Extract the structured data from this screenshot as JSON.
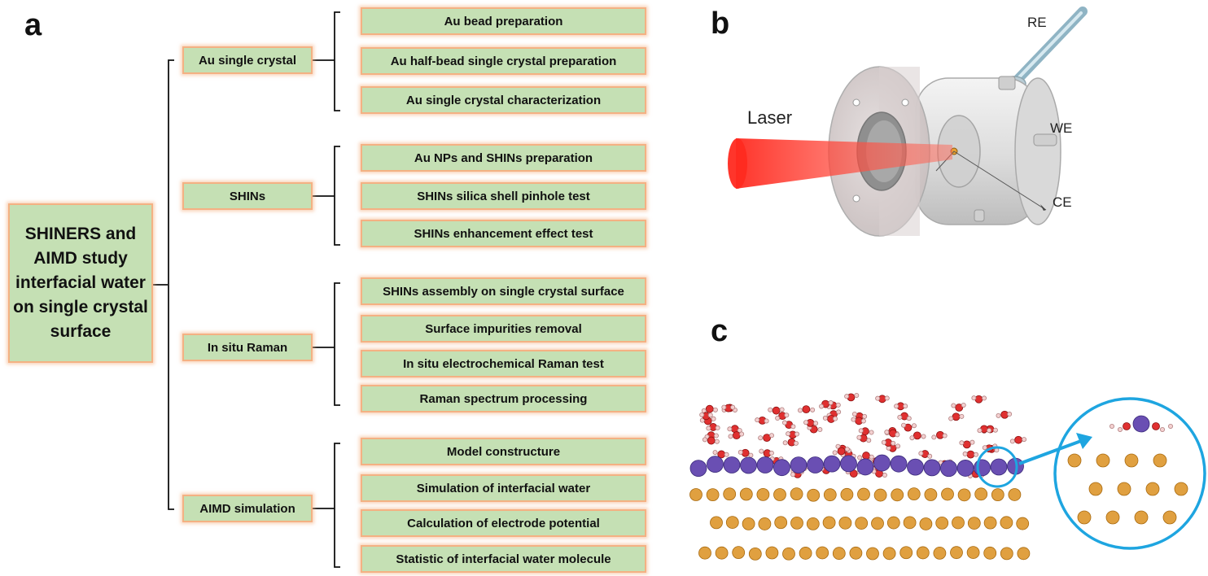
{
  "panels": {
    "a": "a",
    "b": "b",
    "c": "c"
  },
  "root_label": "SHINERS and AIMD study interfacial water on single crystal surface",
  "categories": [
    {
      "label": "Au single crystal",
      "steps": [
        "Au bead preparation",
        "Au half-bead single crystal preparation",
        "Au single crystal characterization"
      ]
    },
    {
      "label": "SHINs",
      "steps": [
        "Au NPs and SHINs preparation",
        "SHINs silica shell pinhole test",
        "SHINs enhancement effect test"
      ]
    },
    {
      "label": "In situ Raman",
      "steps": [
        "SHINs assembly on single crystal surface",
        "Surface impurities removal",
        "In situ electrochemical Raman test",
        "Raman spectrum processing"
      ]
    },
    {
      "label": "AIMD simulation",
      "steps": [
        "Model constructure",
        "Simulation of interfacial water",
        "Calculation of electrode potential",
        "Statistic of interfacial water molecule"
      ]
    }
  ],
  "cell_labels": {
    "laser": "Laser",
    "re": "RE",
    "we": "WE",
    "ce": "CE"
  },
  "colors": {
    "box_fill": "#c5e0b4",
    "box_border": "#f4b183",
    "laser": "#ff3b2f",
    "gold_atom": "#e0a040",
    "cation": "#6a4fb3",
    "oxygen": "#e03030",
    "zoom_circle": "#1ea5e0"
  }
}
